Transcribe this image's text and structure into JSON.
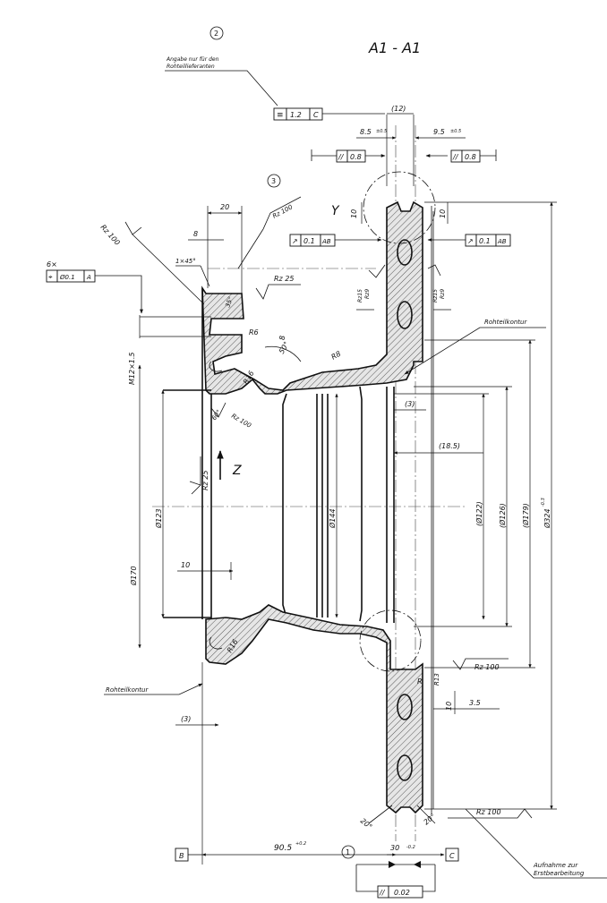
{
  "section_title": "A1 - A1",
  "balloons": {
    "b1": "1",
    "b2": "2",
    "b3": "3"
  },
  "notes": {
    "supplier_line1": "Angabe nur für den",
    "supplier_line2": "Rohteillieferanten",
    "raw_contour_right": "Rohteilkontur",
    "raw_contour_left": "Rohteilkontur",
    "fixture_line1": "Aufnahme zur",
    "fixture_line2": "Erstbearbeitung"
  },
  "datums": {
    "b": "B",
    "c": "C"
  },
  "view_labels": {
    "y": "Y",
    "z": "Z"
  },
  "dimensions": {
    "d12": "(12)",
    "d8_5": "8.5",
    "d8_5_tol": "±0.5",
    "d9_5": "9.5",
    "d9_5_tol": "±0.5",
    "d20": "20",
    "d8_top": "8",
    "chamfer": "1×45°",
    "d10_left": "10",
    "d10_right": "10",
    "angle35": "35°",
    "angle50": "50°",
    "angle60": "60°",
    "d8_small": "8",
    "r6": "R6",
    "r8": "R8",
    "r16a": "R16",
    "r16b": "R16",
    "r1": "R",
    "r13": "R13",
    "thread": "M12×1.5",
    "d3_top": "(3)",
    "d18_5": "(18.5)",
    "dia123": "Ø123",
    "dia144": "Ø144",
    "dia122": "(Ø122)",
    "dia126": "(Ø126)",
    "dia179": "(Ø179)",
    "dia324": "Ø324",
    "dia324_tol": "-0.3",
    "dia170": "Ø170",
    "d10_mid": "10",
    "d10_bot": "10",
    "d3_5": "3.5",
    "d3_bot": "(3)",
    "d90_5": "90.5",
    "d90_5_tol": "+0.2",
    "d30": "30",
    "d30_tol": "-0.2",
    "angle20a": "20°",
    "angle20b": "20°"
  },
  "surface_finish": {
    "rz100_a": "Rz 100",
    "rz100_b": "Rz 100",
    "rz100_c": "Rz 100",
    "rz100_d": "Rz 100",
    "rz100_e": "Rz 100",
    "rz25_a": "Rz 25",
    "rz25_b": "Rz 25",
    "rz15a": "Rz15",
    "rz9a": "Rz9",
    "rz15b": "Rz15",
    "rz9b": "Rz9"
  },
  "gdt": {
    "sym_top_left": "≡",
    "val_top_left": "1.2",
    "ref_top_left": "C",
    "par_left_sym": "//",
    "par_left_val": "0.8",
    "par_right_sym": "//",
    "par_right_val": "0.8",
    "runout_left_sym": "↗",
    "runout_left_val": "0.1",
    "runout_left_ref": "AB",
    "runout_right_sym": "↗",
    "runout_right_val": "0.1",
    "runout_right_ref": "AB",
    "pos_count": "6×",
    "pos_sym": "⌖",
    "pos_val": "Ø0.1",
    "pos_ref": "A",
    "par_bottom_sym": "//",
    "par_bottom_val": "0.02"
  }
}
